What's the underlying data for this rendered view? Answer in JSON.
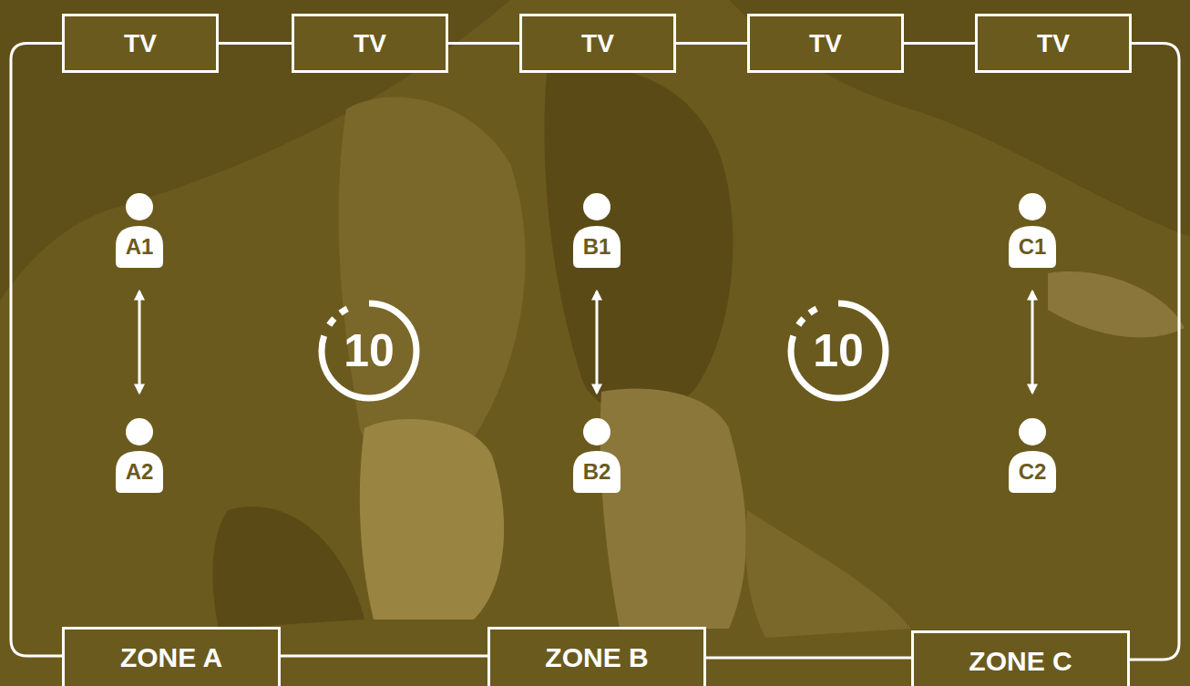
{
  "diagram": {
    "nodes": [
      {
        "text": [
          "TV"
        ]
      },
      {
        "text": [
          "TV"
        ]
      },
      {
        "text": [
          "TV"
        ]
      },
      {
        "text": [
          "TV"
        ]
      },
      {
        "text": [
          "TV"
        ]
      },
      {
        "text": [
          "A1"
        ]
      },
      {
        "text": [
          "A2"
        ]
      },
      {
        "text": [
          "10"
        ]
      },
      {
        "text": [
          "B1"
        ]
      },
      {
        "text": [
          "B2"
        ]
      },
      {
        "text": [
          "10"
        ]
      },
      {
        "text": [
          "C1"
        ]
      },
      {
        "text": [
          "C2"
        ]
      },
      {
        "text": [
          "ZONE A"
        ]
      },
      {
        "text": [
          "ZONE B"
        ]
      },
      {
        "text": [
          "ZONE C"
        ]
      }
    ],
    "edges": [
      {
        "from": 0,
        "to": 1,
        "arrow": "none"
      },
      {
        "from": 1,
        "to": 2,
        "arrow": "none"
      },
      {
        "from": 2,
        "to": 3,
        "arrow": "none"
      },
      {
        "from": 3,
        "to": 4,
        "arrow": "none"
      },
      {
        "from": 5,
        "to": 6,
        "arrow": "both"
      },
      {
        "from": 8,
        "to": 9,
        "arrow": "both"
      },
      {
        "from": 11,
        "to": 12,
        "arrow": "both"
      },
      {
        "from": 13,
        "to": 14,
        "arrow": "none"
      },
      {
        "from": 14,
        "to": 15,
        "arrow": "none"
      },
      {
        "from": 0,
        "to": 13,
        "arrow": "none"
      },
      {
        "from": 4,
        "to": 15,
        "arrow": "none"
      }
    ]
  }
}
